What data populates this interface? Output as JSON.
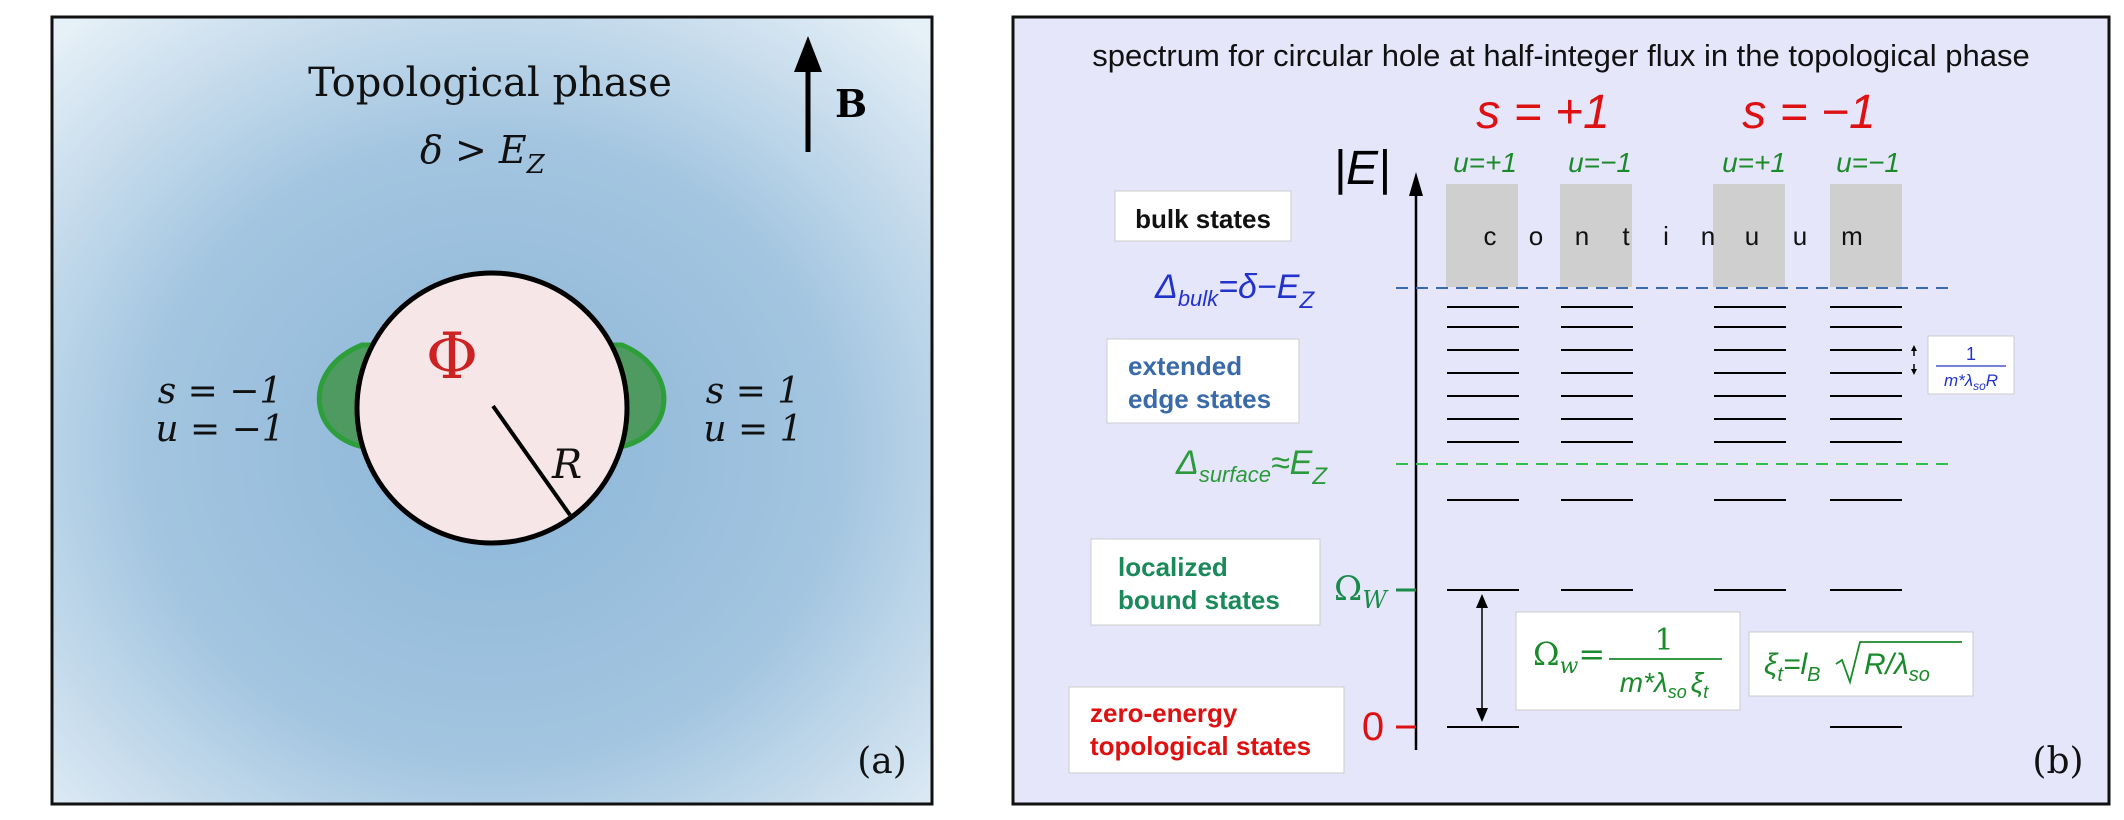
{
  "panel_a": {
    "title_line1": "Topological phase",
    "title_line2": "δ > E",
    "title_line2_sub": "Z",
    "field_label": "B",
    "flux_symbol": "Φ",
    "radius_label": "R",
    "left_s": "s = −1",
    "left_u": "u = −1",
    "right_s": "s = 1",
    "right_u": "u = 1",
    "panel_label": "(a)",
    "colors": {
      "flux": "#cc2222",
      "lobe": "#2e9e3a",
      "disk": "#f7e6e8",
      "background": "#8fb9da"
    }
  },
  "panel_b": {
    "title": "spectrum for circular hole at half-integer flux in the topological phase",
    "s_plus": "s  =  +1",
    "s_minus": "s  =  −1",
    "energy_axis": "|E|",
    "u_labels": [
      "u=+1",
      "u=−1",
      "u=+1",
      "u=−1"
    ],
    "continuum_letters": [
      "c",
      "o",
      "n",
      "t",
      "i",
      "n",
      "u",
      "u",
      "m"
    ],
    "box_bulk": "bulk states",
    "box_extended_line1": "extended",
    "box_extended_line2": "edge states",
    "box_localized_line1": "localized",
    "box_localized_line2": "bound states",
    "box_zero_line1": "zero-energy",
    "box_zero_line2": "topological states",
    "level_bulk": {
      "delta": "Δ",
      "sub": "bulk",
      "rest": "=δ−E",
      "rest_sub": "Z"
    },
    "level_surface": {
      "delta": "Δ",
      "sub": "surface",
      "rest": "≈E",
      "rest_sub": "Z"
    },
    "level_omega": {
      "main": "Ω",
      "sub": "W"
    },
    "level_zero": "0",
    "spacing_num": "1",
    "spacing_den": "m*λ",
    "spacing_den_sub": "so",
    "spacing_den_tail": "R",
    "omega_formula": {
      "lhs": "Ω",
      "lhs_sub": "w",
      "eq": "=",
      "num": "1",
      "den": "m*λ",
      "den_sub": "so",
      "den_tail": "ξ",
      "den_tail_sub": "t"
    },
    "xi_formula": {
      "lhs": "ξ",
      "lhs_sub": "t",
      "eq": "=l",
      "l_sub": "B",
      "root": "R/λ",
      "root_sub": "so"
    },
    "panel_label": "(b)",
    "colors": {
      "background": "#e6e6fb",
      "bulk": "#2233cc",
      "surface": "#2a9a3a",
      "zero": "#dd1111",
      "omega": "#1a8a4a",
      "continuum": "#cfcfcf"
    }
  }
}
